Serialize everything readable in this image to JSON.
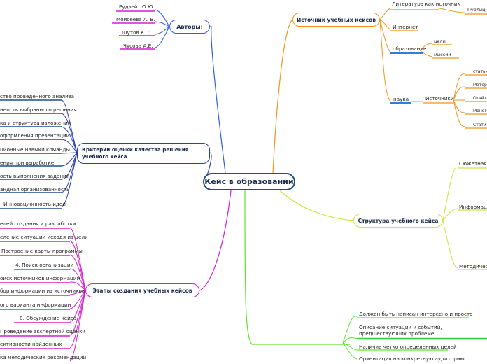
{
  "central": "Кейс в образовании",
  "authors": {
    "title": "Авторы:",
    "items": [
      "Рудзейт О.Ю.",
      "Моисеева А. В.",
      "Шутов К. С.",
      "Чусова А.Е."
    ]
  },
  "criteria": {
    "title": "Критерии оценки качества решения учебного кейса",
    "items": [
      "ство проведенного анализа",
      "нность выбранного решения",
      "ка и структура изложения",
      "оформления презентации",
      "ционные навыки команды",
      "ения при выработке",
      "ость выполнения заданий",
      "андная организованность",
      "Инновационность идеи"
    ]
  },
  "stages": {
    "title": "Этапы создания учебных кейсов",
    "items": [
      "елей создания и разработки",
      "еление ситуации исходя из цели",
      "Построение карты программы",
      "4. Поиск организации",
      "оиск источников информации",
      "бор информации из источников",
      "ого варианта информации",
      "8. Обсуждение кейса",
      "Проведение экспертной оценки",
      "ективности найденных",
      "ка методических рекомендаций"
    ]
  },
  "source": {
    "title": "Источник учебных кейсов",
    "literature": "Литература как источник",
    "publications": "Публиц",
    "internet": "Интернет",
    "education": "образование",
    "education_items": [
      "цели",
      "миссии"
    ],
    "science": "наука",
    "sources_label": "Источники",
    "sources_items": [
      "статьи",
      "Матер",
      "Отчёт",
      "Моног",
      "Стати"
    ]
  },
  "structure": {
    "title": "Структура учебного кейса",
    "items": [
      "Сюжетная ч",
      "Информац",
      "Методичес"
    ]
  },
  "requirements": {
    "items": [
      "Должен быть написан интересно и просто",
      "Описание ситуации и событий, предшествующих проблеме",
      "Наличие четко определенных целей",
      "Ориентация на конкретную аудиторию"
    ]
  },
  "colors": {
    "authors": "#2f5fe0",
    "criteria": "#2f3fb0",
    "stages": "#d41fcf",
    "source": "#f0951d",
    "structure": "#c9e63a",
    "requirements": "#5fe22f",
    "dark": "#1f4f8a",
    "text": "#1c2b4a"
  }
}
